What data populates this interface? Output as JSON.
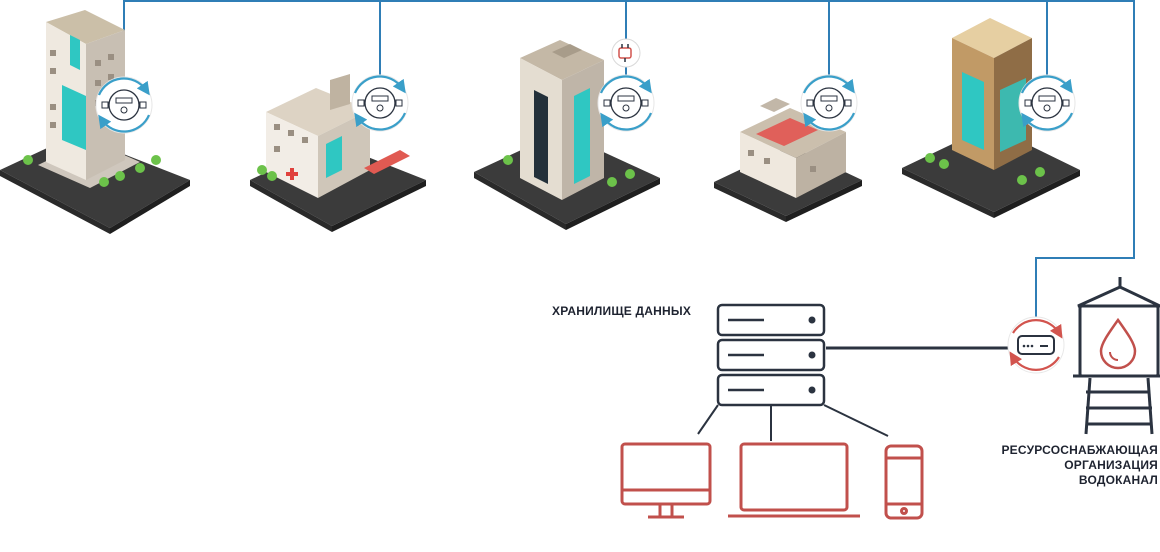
{
  "colors": {
    "wire": "#2f7eb6",
    "meter_ring": "#3a9fc9",
    "dark": "#2b3340",
    "device": "#c1504c",
    "gateway_ring": "#d2544e"
  },
  "storage": {
    "label": "ХРАНИЛИЩЕ ДАННЫХ"
  },
  "utility": {
    "lines": [
      "РЕСУРСОСНАБЖАЮЩАЯ",
      "ОРГАНИЗАЦИЯ",
      "ВОДОКАНАЛ"
    ]
  },
  "buildings": [
    {
      "kind": "tall-residential",
      "meter": "water-meter-icon"
    },
    {
      "kind": "hospital",
      "meter": "water-meter-icon"
    },
    {
      "kind": "office-tower",
      "meter": "water-meter-icon",
      "extra": "plug-icon"
    },
    {
      "kind": "factory",
      "meter": "water-meter-icon"
    },
    {
      "kind": "glass-tower",
      "meter": "water-meter-icon"
    }
  ],
  "clients": [
    "desktop-monitor-icon",
    "laptop-icon",
    "smartphone-icon"
  ]
}
